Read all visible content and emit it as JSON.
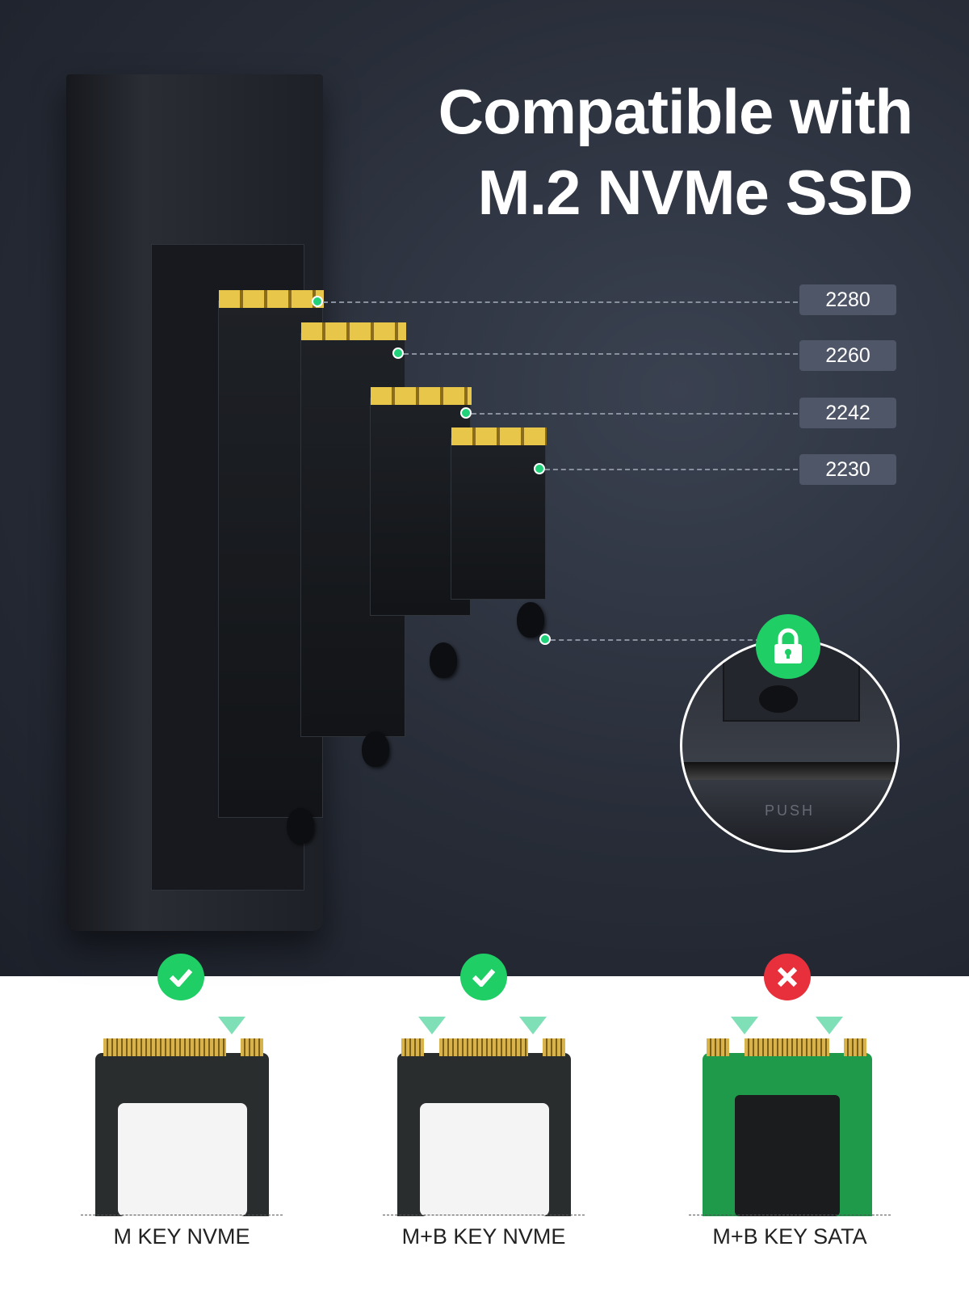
{
  "title": {
    "line1": "Compatible with",
    "line2": "M.2 NVMe SSD"
  },
  "sizes": [
    "2280",
    "2260",
    "2242",
    "2230"
  ],
  "zoom_detail": {
    "push_text": "PUSH",
    "icon": "lock-icon"
  },
  "types": [
    {
      "label": "M KEY NVME",
      "supported": true,
      "icon": "check-icon"
    },
    {
      "label": "M+B KEY NVME",
      "supported": true,
      "icon": "check-icon"
    },
    {
      "label": "M+B KEY SATA",
      "supported": false,
      "icon": "x-icon"
    }
  ],
  "colors": {
    "accent": "#1fcf66",
    "error": "#e8303c",
    "badge": "#4f5667"
  }
}
